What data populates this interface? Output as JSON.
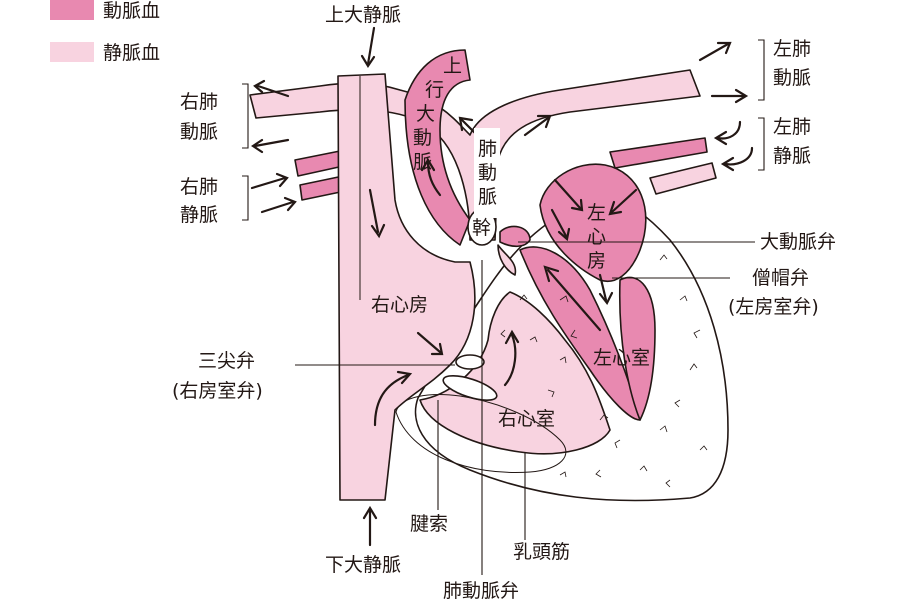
{
  "colors": {
    "arterial": "#e889b0",
    "venous": "#f8d3e0",
    "outline": "#231815",
    "background": "#ffffff"
  },
  "legend": {
    "arterial_label": "動脈血",
    "venous_label": "静脈血"
  },
  "labels": {
    "superior_vena_cava": "上大静脈",
    "inferior_vena_cava": "下大静脈",
    "right_pulmonary_artery_1": "右肺",
    "right_pulmonary_artery_2": "動脈",
    "right_pulmonary_vein_1": "右肺",
    "right_pulmonary_vein_2": "静脈",
    "left_pulmonary_artery_1": "左肺",
    "left_pulmonary_artery_2": "動脈",
    "left_pulmonary_vein_1": "左肺",
    "left_pulmonary_vein_2": "静脈",
    "ascending_aorta": [
      "上",
      "行",
      "大",
      "動",
      "脈"
    ],
    "pulmonary_trunk": [
      "肺",
      "動",
      "脈",
      "幹"
    ],
    "left_atrium": [
      "左",
      "心",
      "房"
    ],
    "right_atrium": "右心房",
    "left_ventricle": "左心室",
    "right_ventricle": "右心室",
    "aortic_valve": "大動脈弁",
    "mitral_valve_1": "僧帽弁",
    "mitral_valve_2": "(左房室弁)",
    "tricuspid_valve_1": "三尖弁",
    "tricuspid_valve_2": "(右房室弁)",
    "chordae_tendineae": "腱索",
    "papillary_muscle": "乳頭筋",
    "pulmonary_valve": "肺動脈弁"
  }
}
